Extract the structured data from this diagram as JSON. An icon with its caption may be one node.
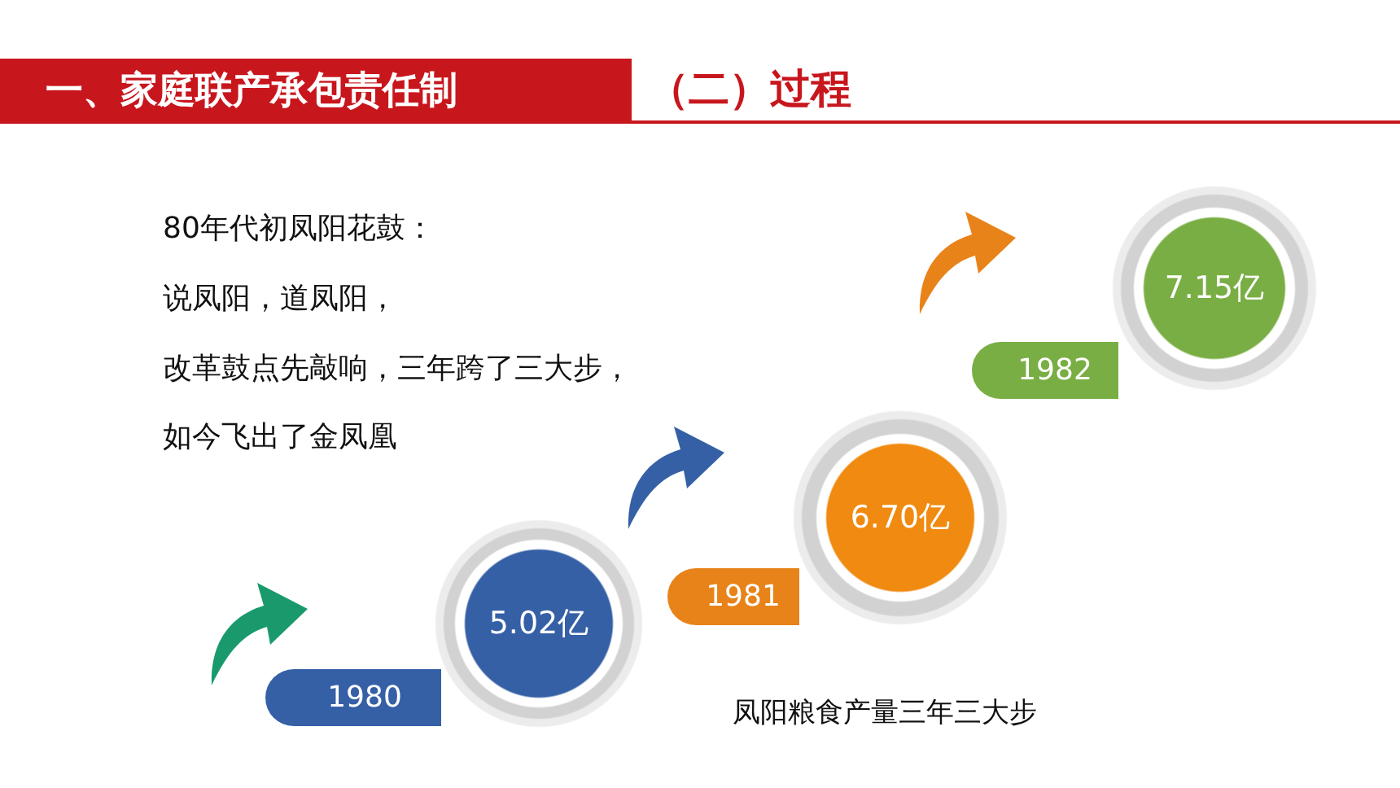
{
  "diagram": {
    "title": "一、家庭联产承包责任制",
    "nodes": [
      {
        "text": [
          "1980"
        ]
      },
      {
        "text": [
          "5.02亿"
        ]
      },
      {
        "text": [
          "1981"
        ]
      },
      {
        "text": [
          "6.70亿"
        ]
      },
      {
        "text": [
          "1982"
        ]
      },
      {
        "text": [
          "7.15亿"
        ]
      }
    ],
    "labels": [
      "（二）过程",
      "80年代初凤阳花鼓：",
      "说凤阳，道凤阳，",
      "改革鼓点先敲响，三年跨了三大步，",
      "如今飞出了金凤凰",
      "凤阳粮食产量三年三大步"
    ]
  }
}
